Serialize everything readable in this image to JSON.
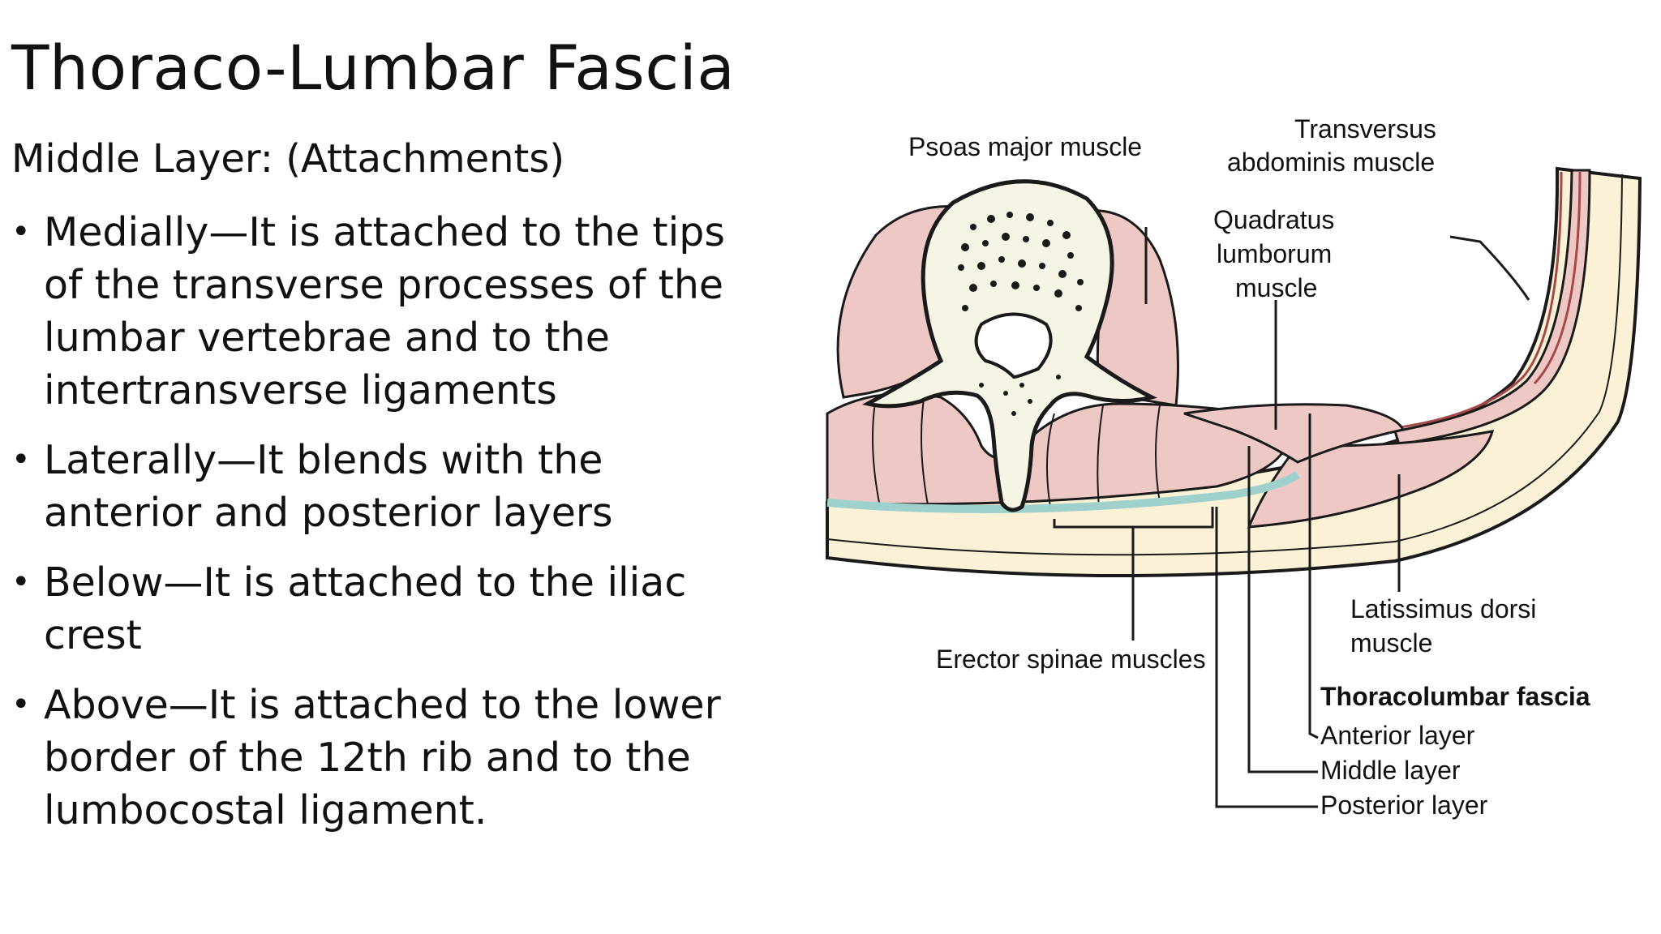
{
  "slide": {
    "title": "Thoraco-Lumbar Fascia",
    "subtitle": "Middle Layer: (Attachments)",
    "bullets": [
      {
        "lines": [
          "Medially—It is attached to the tips",
          "of the transverse processes of the",
          "lumbar vertebrae and to the",
          "intertransverse ligaments"
        ]
      },
      {
        "lines": [
          "Laterally—It blends with the",
          "anterior and posterior layers"
        ]
      },
      {
        "lines": [
          "Below—It is attached to the iliac",
          "crest"
        ]
      },
      {
        "lines": [
          "Above—It is attached to the lower",
          "border of the 12th rib and to the",
          "lumbocostal ligament."
        ]
      }
    ],
    "bullet_symbol": "•"
  },
  "diagram": {
    "labels": {
      "psoas": "Psoas major muscle",
      "transversus_1": "Transversus",
      "transversus_2": "abdominis muscle",
      "quadratus_1": "Quadratus",
      "quadratus_2": "lumborum",
      "quadratus_3": "muscle",
      "latissimus_1": "Latissimus dorsi",
      "latissimus_2": "muscle",
      "erector": "Erector spinae muscles",
      "fascia_title": "Thoracolumbar fascia",
      "anterior": "Anterior layer",
      "middle": "Middle layer",
      "posterior": "Posterior layer"
    },
    "colors": {
      "muscle": "#eec8c4",
      "bone": "#f6f4e4",
      "skin": "#fbf1d6",
      "fascia": "#cfe7e4",
      "outline": "#1a1a1a"
    }
  }
}
